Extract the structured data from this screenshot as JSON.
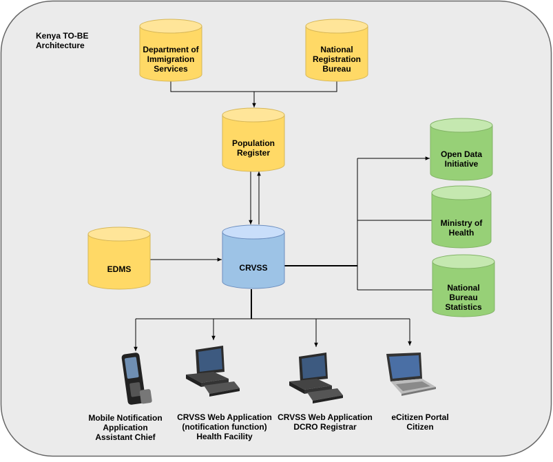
{
  "diagram_title": [
    "Kenya TO-BE",
    "Architecture"
  ],
  "colors": {
    "frame_fill": "#ebebeb",
    "frame_stroke": "#666666",
    "yellow_fill": "#ffd966",
    "yellow_top": "#ffe599",
    "yellow_stroke": "#d6b656",
    "green_fill": "#97d077",
    "green_top": "#c5e8b0",
    "green_stroke": "#82b366",
    "blue_fill": "#9dc3e6",
    "blue_top": "#c9defa",
    "blue_stroke": "#6c8ebf",
    "edge": "#000000"
  },
  "nodes": {
    "immigration": {
      "lines": [
        "Department of",
        "Immigration",
        "Services"
      ]
    },
    "registration": {
      "lines": [
        "National",
        "Registration",
        "Bureau"
      ]
    },
    "population": {
      "lines": [
        "Population",
        "Register"
      ]
    },
    "edms": {
      "lines": [
        "EDMS"
      ]
    },
    "crvss": {
      "lines": [
        "CRVSS"
      ]
    },
    "open_data": {
      "lines": [
        "Open Data",
        "Initiative"
      ]
    },
    "ministry": {
      "lines": [
        "Ministry of",
        "Health"
      ]
    },
    "nbs": {
      "lines": [
        "National",
        "Bureau",
        "Statistics"
      ]
    }
  },
  "devices": [
    {
      "icon": "mobile-phone-icon",
      "lines": [
        "Mobile Notification",
        "Application",
        "Assistant Chief"
      ]
    },
    {
      "icon": "desktop-computer-icon",
      "lines": [
        "CRVSS Web Application",
        "(notification function)",
        "Health Facility"
      ]
    },
    {
      "icon": "desktop-computer-icon",
      "lines": [
        "CRVSS Web Application",
        "DCRO Registrar"
      ]
    },
    {
      "icon": "laptop-icon",
      "lines": [
        "eCitizen Portal",
        "Citizen"
      ]
    }
  ]
}
